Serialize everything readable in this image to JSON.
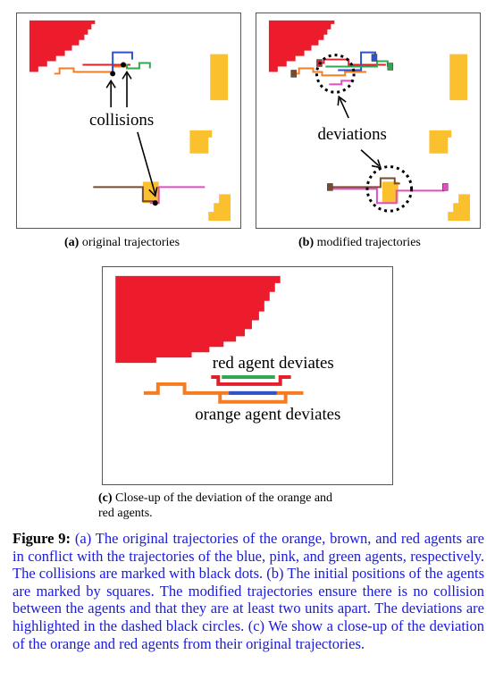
{
  "panel_a": {
    "label": "(a)",
    "caption": "original trajectories",
    "annotation": "collisions"
  },
  "panel_b": {
    "label": "(b)",
    "caption": "modified trajectories",
    "annotation": "deviations"
  },
  "panel_c": {
    "label": "(c)",
    "caption_line1": "Close-up of the deviation of the orange and",
    "caption_line2": "red agents.",
    "annotation_red": "red agent deviates",
    "annotation_orange": "orange agent deviates"
  },
  "figure_caption": {
    "label": "Figure 9:",
    "text": "(a) The original trajectories of the orange, brown, and red agents are in conflict with the trajectories of the blue, pink, and green agents, respectively. The collisions are marked with black dots. (b) The initial positions of the agents are marked by squares. The modified trajectories ensure there is no collision between the agents and that they are at least two units apart. The deviations are highlighted in the dashed black circles. (c) We show a close-up of the deviation of the orange and red agents from their original trajectories."
  },
  "colors": {
    "obstacle_red": "#ec1c2c",
    "obstacle_yellow": "#fbc02d",
    "agent_red": "#e0202a",
    "agent_orange": "#f57c20",
    "agent_blue": "#2f52c8",
    "agent_green": "#2fa84f",
    "agent_brown": "#7a4a2a",
    "agent_pink": "#e04fc0",
    "caption_blue": "#1a1adb"
  }
}
